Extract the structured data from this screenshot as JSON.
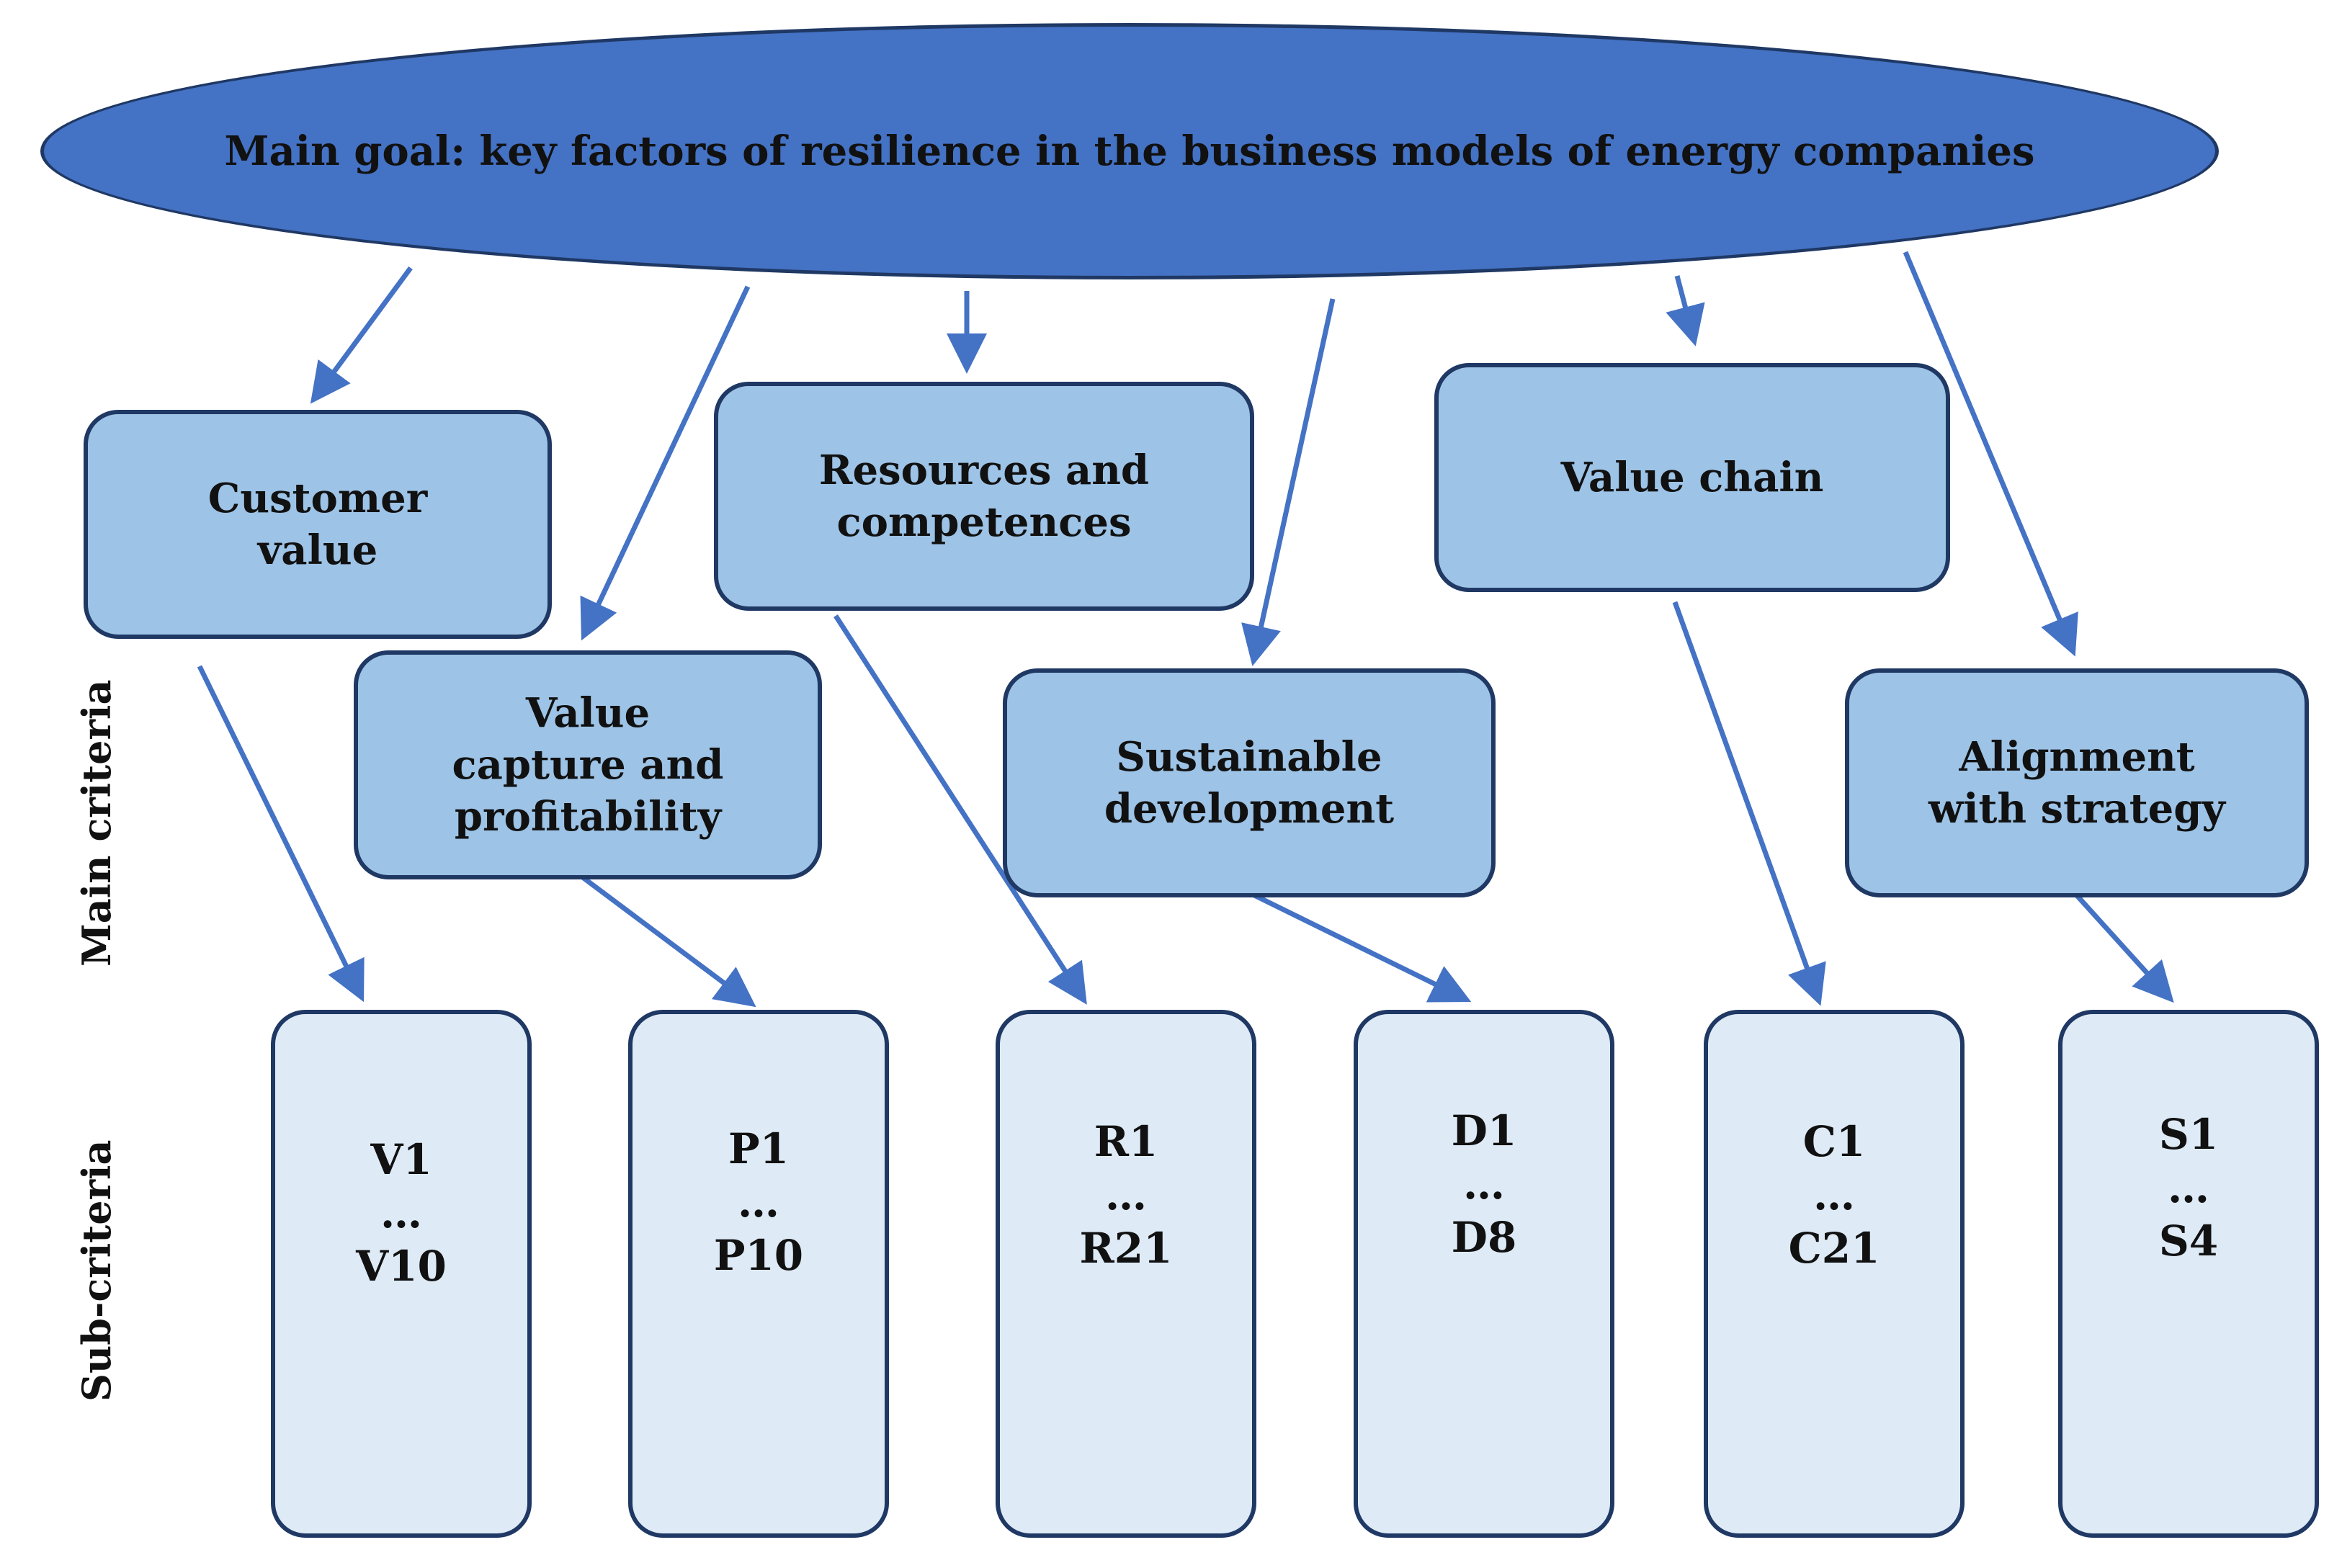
{
  "goal": {
    "text": "Main goal: key factors of resilience in the business models of energy companies"
  },
  "side_labels": {
    "main_criteria": "Main criteria",
    "sub_criteria": "Sub-criteria"
  },
  "criteria": [
    {
      "id": "customer-value",
      "lines": [
        "Customer",
        "value"
      ]
    },
    {
      "id": "value-capture",
      "lines": [
        "Value",
        "capture and",
        "profitability"
      ]
    },
    {
      "id": "resources",
      "lines": [
        "Resources and",
        "competences"
      ]
    },
    {
      "id": "sustainable",
      "lines": [
        "Sustainable",
        "development"
      ]
    },
    {
      "id": "value-chain",
      "lines": [
        "Value chain"
      ]
    },
    {
      "id": "alignment",
      "lines": [
        "Alignment",
        "with strategy"
      ]
    }
  ],
  "subcriteria": [
    {
      "id": "v",
      "first": "V1",
      "ellipsis": "…",
      "last": "V10"
    },
    {
      "id": "p",
      "first": "P1",
      "ellipsis": "…",
      "last": "P10"
    },
    {
      "id": "r",
      "first": "R1",
      "ellipsis": "…",
      "last": "R21"
    },
    {
      "id": "d",
      "first": "D1",
      "ellipsis": "…",
      "last": "D8"
    },
    {
      "id": "c",
      "first": "C1",
      "ellipsis": "…",
      "last": "C21"
    },
    {
      "id": "s",
      "first": "S1",
      "ellipsis": "…",
      "last": "S4"
    }
  ],
  "colors": {
    "goal_fill": "#4472c4",
    "criteria_fill": "#9dc3e6",
    "subcriteria_fill": "#deebf7",
    "border": "#1f3864",
    "arrow": "#4472c4"
  }
}
